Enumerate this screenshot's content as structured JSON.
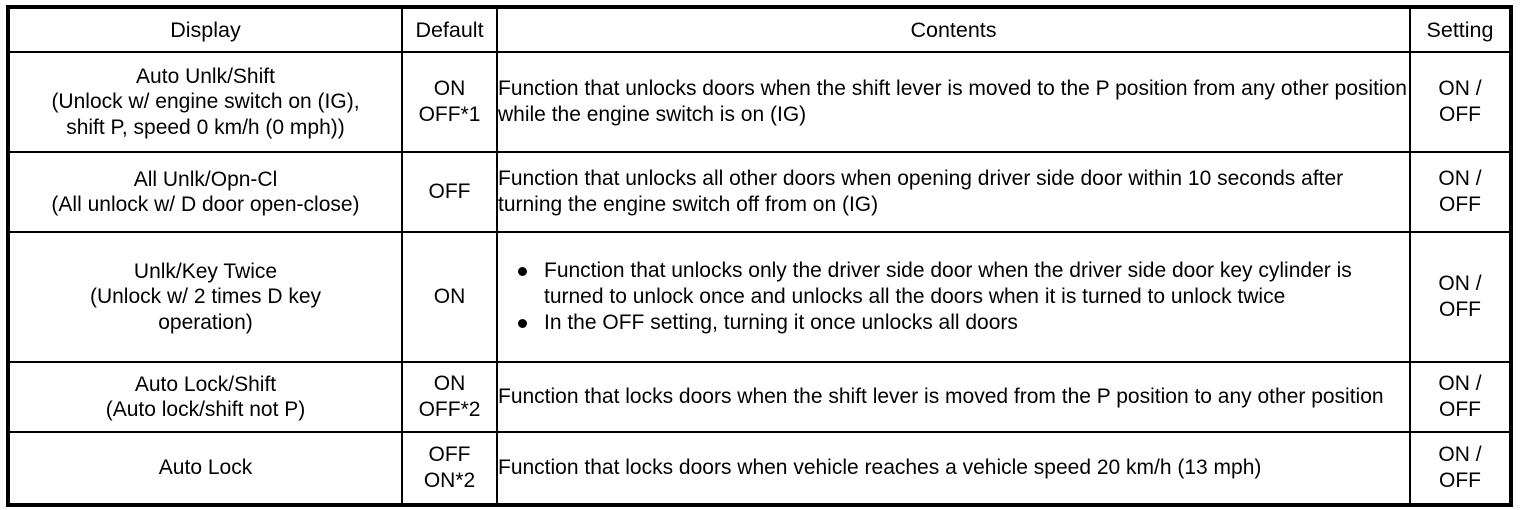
{
  "table": {
    "headers": {
      "display": "Display",
      "default": "Default",
      "contents": "Contents",
      "setting": "Setting"
    },
    "rows": [
      {
        "display_lines": [
          "Auto Unlk/Shift",
          "(Unlock w/ engine switch on (IG),",
          "shift P, speed 0 km/h (0 mph))"
        ],
        "default_lines": [
          "ON",
          "OFF*1"
        ],
        "contents_text": "Function that unlocks doors when the shift lever is moved to the P position from any other position while the engine switch is on (IG)",
        "setting_lines": [
          "ON /",
          "OFF"
        ]
      },
      {
        "display_lines": [
          "All Unlk/Opn-Cl",
          "(All unlock w/ D door open-close)"
        ],
        "default_lines": [
          "OFF"
        ],
        "contents_text": "Function that unlocks all other doors when opening driver side door within 10 seconds after turning the engine switch off from on (IG)",
        "setting_lines": [
          "ON /",
          "OFF"
        ]
      },
      {
        "display_lines": [
          "Unlk/Key Twice",
          "(Unlock w/ 2 times D key",
          "operation)"
        ],
        "default_lines": [
          "ON"
        ],
        "contents_bullets": [
          "Function that unlocks only the driver side door when the driver side door key cylinder is turned to unlock once and unlocks all the doors when it is turned to unlock twice",
          "In the OFF setting, turning it once unlocks all doors"
        ],
        "setting_lines": [
          "ON /",
          "OFF"
        ]
      },
      {
        "display_lines": [
          "Auto Lock/Shift",
          "(Auto lock/shift not P)"
        ],
        "default_lines": [
          "ON",
          "OFF*2"
        ],
        "contents_text": "Function that locks doors when the shift lever is moved from the P position to any other position",
        "setting_lines": [
          "ON /",
          "OFF"
        ]
      },
      {
        "display_lines": [
          "Auto Lock"
        ],
        "default_lines": [
          "OFF",
          "ON*2"
        ],
        "contents_text": "Function that locks doors when vehicle reaches a vehicle speed 20 km/h (13 mph)",
        "setting_lines": [
          "ON /",
          "OFF"
        ]
      }
    ]
  },
  "colors": {
    "border": "#000000",
    "text": "#000000",
    "background": "#ffffff"
  }
}
